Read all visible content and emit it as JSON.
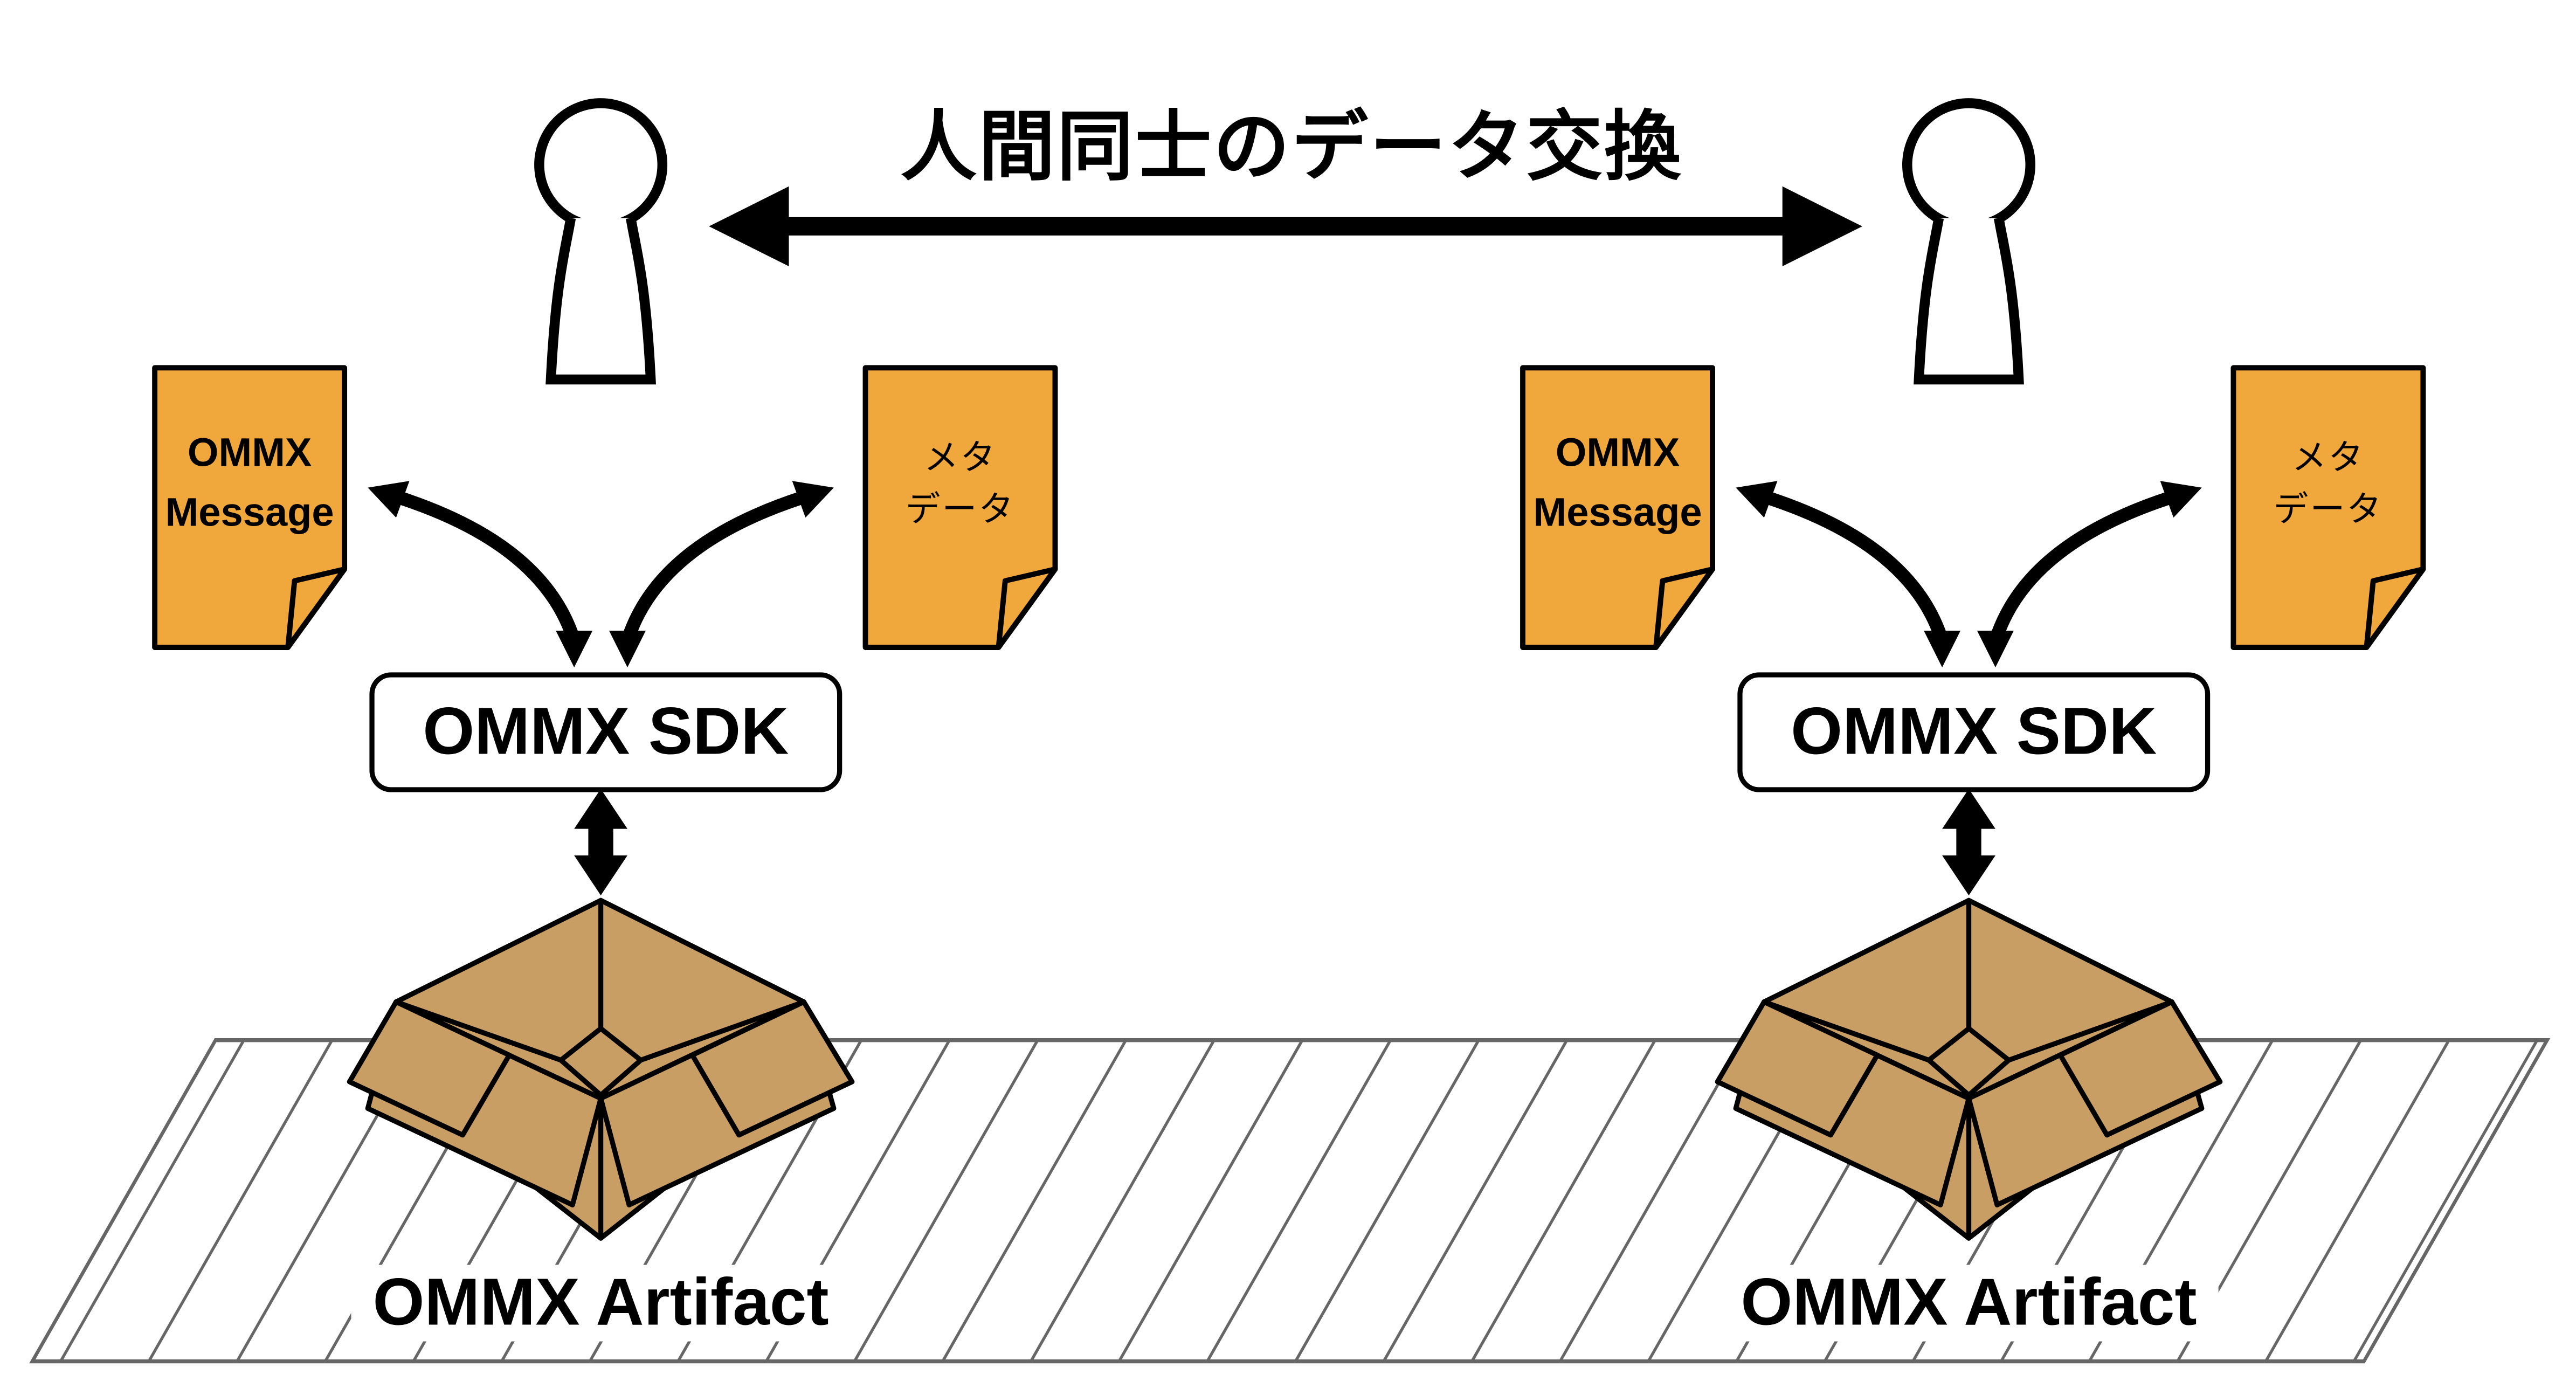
{
  "title": "人間同士のデータ交換",
  "sides": {
    "left": {
      "message_doc": {
        "line1": "OMMX",
        "line2": "Message"
      },
      "metadata_doc": {
        "line1": "メタ",
        "line2": "データ"
      },
      "sdk_label": "OMMX SDK",
      "artifact_label": "OMMX Artifact"
    },
    "right": {
      "message_doc": {
        "line1": "OMMX",
        "line2": "Message"
      },
      "metadata_doc": {
        "line1": "メタ",
        "line2": "データ"
      },
      "sdk_label": "OMMX SDK",
      "artifact_label": "OMMX Artifact"
    }
  },
  "colors": {
    "doc_fill": "#F0A73C",
    "box_fill": "#C89E64",
    "floor_line": "#666666",
    "ink": "#000000",
    "paper": "#FFFFFF"
  }
}
